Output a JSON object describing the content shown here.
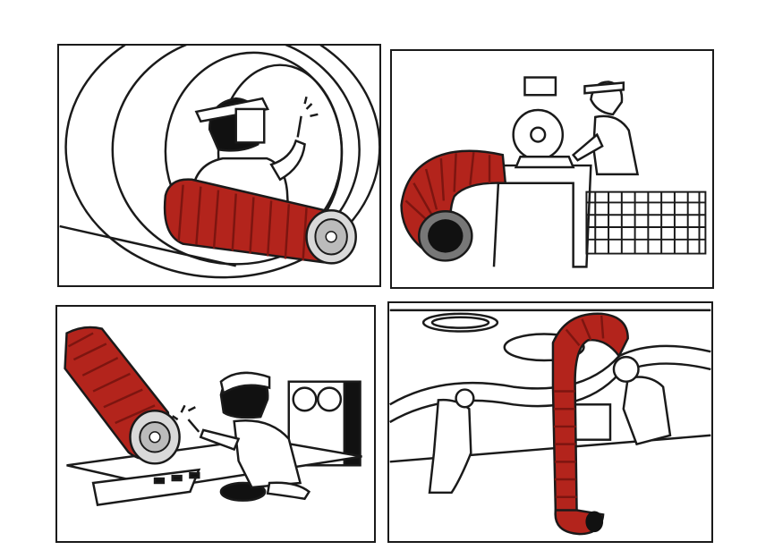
{
  "colors": {
    "hose_red": "#b3241c",
    "hose_dark": "#7d1510",
    "line": "#1a1a1a",
    "metal": "#8a8a8a"
  },
  "panels": [
    {
      "icon": "hose-tank-welding-illustration"
    },
    {
      "icon": "hose-grinding-illustration"
    },
    {
      "icon": "hose-floor-welding-illustration"
    },
    {
      "icon": "hose-manhole-ventilation-illustration"
    }
  ]
}
